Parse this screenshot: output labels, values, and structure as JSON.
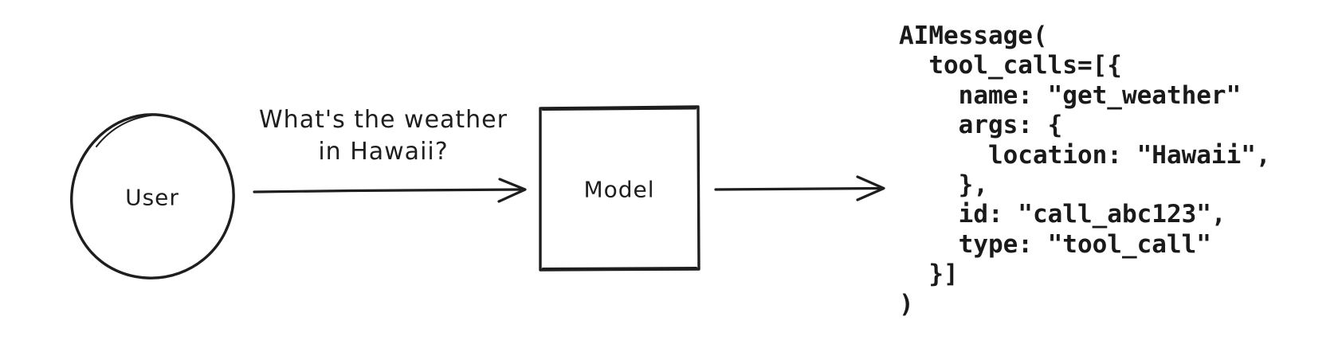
{
  "canvas": {
    "background": "#ffffff",
    "ink_color": "#1e1e1e"
  },
  "user_node": {
    "label": "User"
  },
  "request_arrow": {
    "label_line1": "What's the weather",
    "label_line2": "in Hawaii?"
  },
  "model_node": {
    "label": "Model"
  },
  "output_code": {
    "lines": [
      "AIMessage(",
      "  tool_calls=[{",
      "    name: \"get_weather\"",
      "    args: {",
      "      location: \"Hawaii\",",
      "    },",
      "    id: \"call_abc123\",",
      "    type: \"tool_call\"",
      "  }]",
      ")"
    ]
  }
}
